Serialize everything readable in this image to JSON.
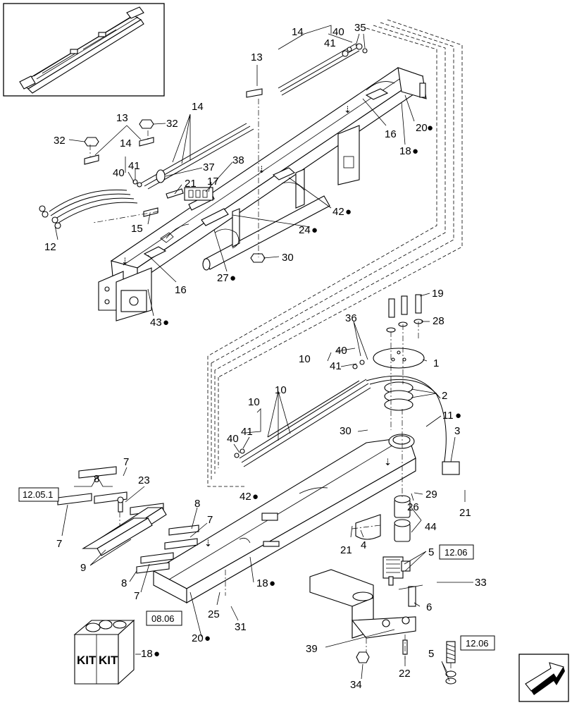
{
  "callouts": [
    {
      "id": "c14a",
      "text": "14"
    },
    {
      "id": "c40a",
      "text": "40"
    },
    {
      "id": "c41a",
      "text": "41"
    },
    {
      "id": "c35",
      "text": "35"
    },
    {
      "id": "c13a",
      "text": "13"
    },
    {
      "id": "c14b",
      "text": "14"
    },
    {
      "id": "c13b",
      "text": "13"
    },
    {
      "id": "c32a",
      "text": "32"
    },
    {
      "id": "c32b",
      "text": "32"
    },
    {
      "id": "c14c",
      "text": "14"
    },
    {
      "id": "c41b",
      "text": "41"
    },
    {
      "id": "c40b",
      "text": "40"
    },
    {
      "id": "c37",
      "text": "37"
    },
    {
      "id": "c38",
      "text": "38"
    },
    {
      "id": "c21a",
      "text": "21"
    },
    {
      "id": "c17",
      "text": "17"
    },
    {
      "id": "c16a",
      "text": "16"
    },
    {
      "id": "c20a",
      "text": "20"
    },
    {
      "id": "c18a",
      "text": "18"
    },
    {
      "id": "c42a",
      "text": "42"
    },
    {
      "id": "c24",
      "text": "24"
    },
    {
      "id": "c15",
      "text": "15"
    },
    {
      "id": "c12",
      "text": "12"
    },
    {
      "id": "c30a",
      "text": "30"
    },
    {
      "id": "c27",
      "text": "27"
    },
    {
      "id": "c16b",
      "text": "16"
    },
    {
      "id": "c43",
      "text": "43"
    },
    {
      "id": "c19",
      "text": "19"
    },
    {
      "id": "c28",
      "text": "28"
    },
    {
      "id": "c36",
      "text": "36"
    },
    {
      "id": "c40c",
      "text": "40"
    },
    {
      "id": "c10a",
      "text": "10"
    },
    {
      "id": "c41c",
      "text": "41"
    },
    {
      "id": "c1",
      "text": "1"
    },
    {
      "id": "c10b",
      "text": "10"
    },
    {
      "id": "c2",
      "text": "2"
    },
    {
      "id": "c10c",
      "text": "10"
    },
    {
      "id": "c11",
      "text": "11"
    },
    {
      "id": "c41d",
      "text": "41"
    },
    {
      "id": "c40d",
      "text": "40"
    },
    {
      "id": "c30b",
      "text": "30"
    },
    {
      "id": "c3",
      "text": "3"
    },
    {
      "id": "c8a",
      "text": "8"
    },
    {
      "id": "c7a",
      "text": "7"
    },
    {
      "id": "c23",
      "text": "23"
    },
    {
      "id": "c42b",
      "text": "42"
    },
    {
      "id": "c29",
      "text": "29"
    },
    {
      "id": "c26",
      "text": "26"
    },
    {
      "id": "c21b",
      "text": "21"
    },
    {
      "id": "c7b",
      "text": "7"
    },
    {
      "id": "c8b",
      "text": "8"
    },
    {
      "id": "c7c",
      "text": "7"
    },
    {
      "id": "c44",
      "text": "44"
    },
    {
      "id": "c9",
      "text": "9"
    },
    {
      "id": "c21c",
      "text": "21"
    },
    {
      "id": "c4",
      "text": "4"
    },
    {
      "id": "c8c",
      "text": "8"
    },
    {
      "id": "c5a",
      "text": "5"
    },
    {
      "id": "c18b",
      "text": "18"
    },
    {
      "id": "c7d",
      "text": "7"
    },
    {
      "id": "c33",
      "text": "33"
    },
    {
      "id": "c25",
      "text": "25"
    },
    {
      "id": "c6",
      "text": "6"
    },
    {
      "id": "c31",
      "text": "31"
    },
    {
      "id": "c20b",
      "text": "20"
    },
    {
      "id": "c39",
      "text": "39"
    },
    {
      "id": "c18c",
      "text": "18"
    },
    {
      "id": "c5b",
      "text": "5"
    },
    {
      "id": "c22",
      "text": "22"
    },
    {
      "id": "c34",
      "text": "34"
    }
  ],
  "ref_boxes": [
    {
      "id": "r1205a",
      "text": "12.05.1"
    },
    {
      "id": "r1206a",
      "text": "12.06"
    },
    {
      "id": "r0806",
      "text": "08.06"
    },
    {
      "id": "r1206b",
      "text": "12.06"
    }
  ],
  "kit_labels": [
    "KIT",
    "KIT"
  ],
  "bullet_symbol": "●"
}
